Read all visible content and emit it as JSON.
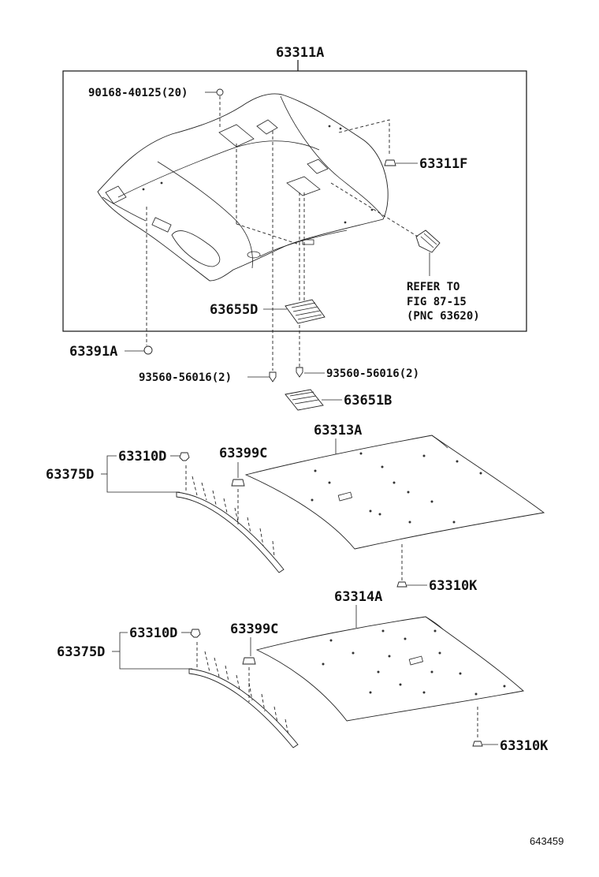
{
  "labels": {
    "p63311A": "63311A",
    "p90168": "90168-40125(20)",
    "p63311F": "63311F",
    "refer_line1": "REFER TO",
    "refer_line2": "FIG 87-15",
    "refer_line3": "(PNC 63620)",
    "p63655D": "63655D",
    "p63391A": "63391A",
    "p93560_left": "93560-56016(2)",
    "p93560_right": "93560-56016(2)",
    "p63651B": "63651B",
    "p63313A": "63313A",
    "p63310D_top": "63310D",
    "p63375D_top": "63375D",
    "p63399C_top": "63399C",
    "p63310K_top": "63310K",
    "p63314A": "63314A",
    "p63310D_bottom": "63310D",
    "p63375D_bottom": "63375D",
    "p63399C_bottom": "63399C",
    "p63310K_bottom": "63310K"
  },
  "figure_number": "643459"
}
